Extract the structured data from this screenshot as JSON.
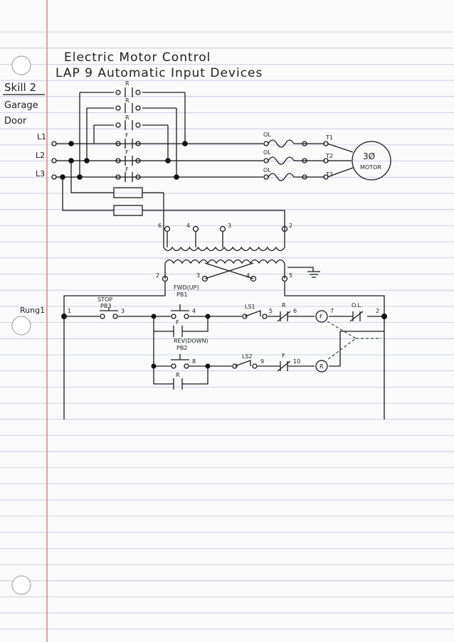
{
  "header": {
    "title_line1": "Electric Motor Control",
    "title_line2": "LAP 9  Automatic Input Devices"
  },
  "margin_notes": {
    "skill": "Skill 2",
    "garage": "Garage",
    "door": "Door",
    "rung": "Rung1"
  },
  "power_circuit": {
    "lines": [
      "L1",
      "L2",
      "L3"
    ],
    "contacts_top": [
      "R",
      "R",
      "R",
      "F",
      "F",
      "F"
    ],
    "overload": [
      "OL",
      "OL",
      "OL"
    ],
    "terminals": [
      "T1",
      "T2",
      "T3"
    ],
    "motor_label": "3Ø",
    "motor_text": "MOTOR"
  },
  "transformer": {
    "primary_taps": [
      "6",
      "4",
      "3",
      "2"
    ],
    "secondary_taps": [
      "2",
      "3",
      "4",
      "5"
    ]
  },
  "control_circuit": {
    "stop_label": "STOP",
    "stop_pb": "PB3",
    "fwd_label": "FWD(UP)",
    "fwd_pb": "PB1",
    "rev_label": "REV(DOWN)",
    "rev_pb": "PB2",
    "ls1": "LS1",
    "ls2": "LS2",
    "ol_label": "O.L.",
    "coil_f": "F",
    "coil_r": "R",
    "interlock_r": "R",
    "interlock_f": "F",
    "seal_f": "F",
    "seal_r": "R",
    "wire_numbers": [
      "1",
      "3",
      "4",
      "5",
      "6",
      "7",
      "2",
      "8",
      "9",
      "10"
    ]
  }
}
